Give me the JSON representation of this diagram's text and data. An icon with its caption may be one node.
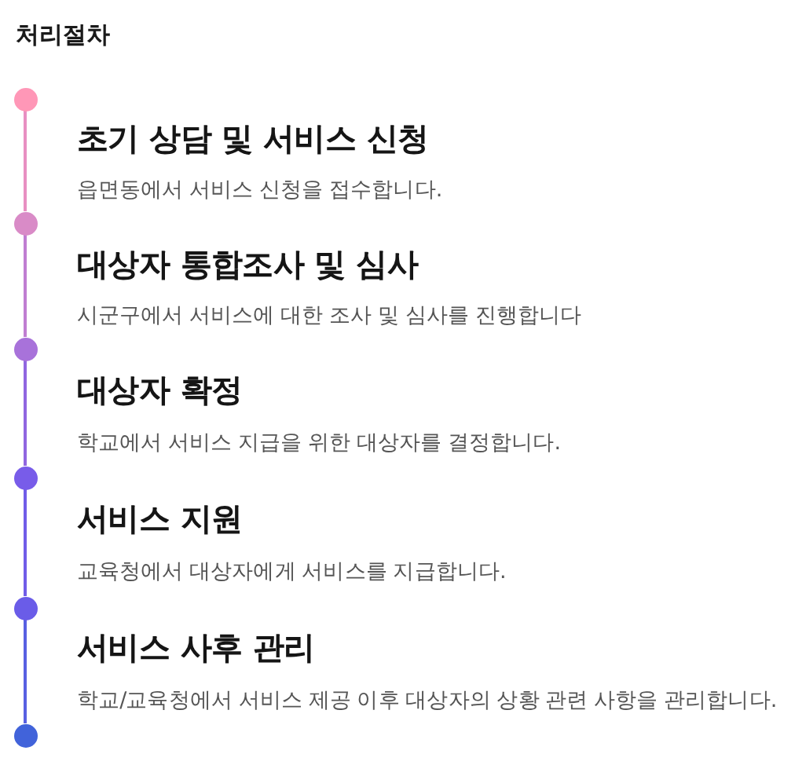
{
  "diagram": {
    "title": "처리절차",
    "nodes": [
      {
        "text": [],
        "shape": "circle"
      },
      {
        "text": [],
        "shape": "circle"
      },
      {
        "text": [],
        "shape": "circle"
      },
      {
        "text": [],
        "shape": "circle"
      },
      {
        "text": [],
        "shape": "circle"
      },
      {
        "text": [],
        "shape": "circle"
      }
    ],
    "edges": [
      {
        "from": 0,
        "to": 1,
        "arrow": "none",
        "color": "#e88fc2"
      },
      {
        "from": 1,
        "to": 2,
        "arrow": "none",
        "color": "#c07ed2"
      },
      {
        "from": 2,
        "to": 3,
        "arrow": "none",
        "color": "#9066e0"
      },
      {
        "from": 3,
        "to": 4,
        "arrow": "none",
        "color": "#705ce8"
      },
      {
        "from": 4,
        "to": 5,
        "arrow": "none",
        "color": "#5860e2"
      }
    ],
    "labels": [
      "초기 상담 및 서비스 신청",
      "읍면동에서 서비스 신청을 접수합니다.",
      "대상자 통합조사 및 심사",
      "시군구에서 서비스에 대한 조사 및 심사를 진행합니다",
      "대상자 확정",
      "학교에서 서비스 지급을 위한 대상자를 결정합니다.",
      "서비스 지원",
      "교육청에서 대상자에게 서비스를 지급합니다.",
      "서비스 사후 관리",
      "학교/교육청에서 서비스 제공 이후 대상자의 상황 관련 사항을 관리합니다."
    ]
  }
}
